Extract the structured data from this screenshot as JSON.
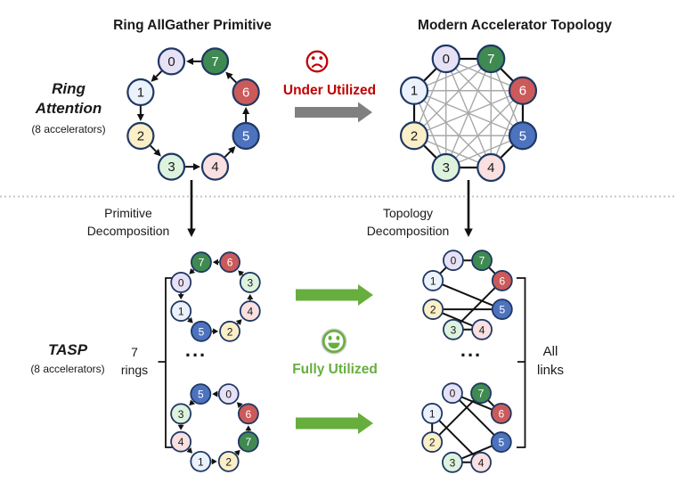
{
  "titles": {
    "left": "Ring AllGather Primitive",
    "right": "Modern Accelerator Topology"
  },
  "row_labels": {
    "top": {
      "line1": "Ring",
      "line2": "Attention",
      "sub": "(8 accelerators)"
    },
    "bottom": {
      "line1": "TASP",
      "sub": "(8 accelerators)"
    }
  },
  "status": {
    "under_utilized": "Under Utilized",
    "fully_utilized": "Fully Utilized"
  },
  "transitions": {
    "primitive": {
      "line1": "Primitive",
      "line2": "Decomposition"
    },
    "topology": {
      "line1": "Topology",
      "line2": "Decomposition"
    }
  },
  "annotations": {
    "rings_count": "7",
    "rings_word": "rings",
    "all_word": "All",
    "links_word": "links",
    "ellipsis_left": "...",
    "ellipsis_right": "..."
  },
  "colors": {
    "node_border": "#1F3864",
    "line_black": "#111111",
    "line_gray": "#A8A8A8",
    "divider_gray": "#C6C6C6",
    "block_arrow_gray": "#808080",
    "accent_red": "#C00000",
    "accent_green": "#67AE3E",
    "face_ring_gray": "#C5C9C5",
    "background": "#FFFFFF"
  },
  "node_styles": {
    "0": {
      "fill": "#E7E1F6",
      "label": "#1a1a1a"
    },
    "1": {
      "fill": "#EBF2FB",
      "label": "#1a1a1a"
    },
    "2": {
      "fill": "#FAEFC7",
      "label": "#1a1a1a"
    },
    "3": {
      "fill": "#DEF3DD",
      "label": "#1a1a1a"
    },
    "4": {
      "fill": "#FAE0E0",
      "label": "#1a1a1a"
    },
    "5": {
      "fill": "#4D73BF",
      "label": "#ffffff"
    },
    "6": {
      "fill": "#CB5A5A",
      "label": "#ffffff"
    },
    "7": {
      "fill": "#3F8A51",
      "label": "#ffffff"
    }
  },
  "diagrams": {
    "ring_primitive": {
      "type": "ring",
      "slots": {
        "TL": "0",
        "TR": "7",
        "LU": "1",
        "RU": "6",
        "LL": "2",
        "RL": "5",
        "BL": "3",
        "BR": "4"
      },
      "ring_order": [
        "0",
        "1",
        "2",
        "3",
        "4",
        "5",
        "6",
        "7"
      ]
    },
    "topology_full": {
      "type": "complete",
      "slots": {
        "TL": "0",
        "TR": "7",
        "LU": "1",
        "RU": "6",
        "LL": "2",
        "RL": "5",
        "BL": "3",
        "BR": "4"
      }
    },
    "ring_small_top": {
      "type": "ring",
      "slots": {
        "TL": "7",
        "TR": "6",
        "LU": "0",
        "RU": "3",
        "LL": "1",
        "RL": "4",
        "BL": "5",
        "BR": "2"
      },
      "ring_order": [
        "0",
        "1",
        "5",
        "2",
        "4",
        "3",
        "6",
        "7"
      ]
    },
    "ring_small_bottom": {
      "type": "ring",
      "slots": {
        "TL": "5",
        "TR": "0",
        "LU": "3",
        "RU": "6",
        "LL": "4",
        "RL": "7",
        "BL": "1",
        "BR": "2"
      },
      "ring_order": [
        "0",
        "5",
        "3",
        "4",
        "1",
        "2",
        "7",
        "6"
      ]
    },
    "graph_top": {
      "type": "graph",
      "slots": {
        "TL": "0",
        "TR": "7",
        "LU": "1",
        "RU": "6",
        "LL": "2",
        "RL": "5",
        "BL": "3",
        "BR": "4"
      },
      "edges": [
        [
          "0",
          "1"
        ],
        [
          "1",
          "5"
        ],
        [
          "5",
          "2"
        ],
        [
          "2",
          "4"
        ],
        [
          "4",
          "3"
        ],
        [
          "3",
          "6"
        ],
        [
          "6",
          "7"
        ],
        [
          "7",
          "0"
        ]
      ]
    },
    "graph_bottom": {
      "type": "graph",
      "slots": {
        "TL": "0",
        "TR": "7",
        "LU": "1",
        "RU": "6",
        "LL": "2",
        "RL": "5",
        "BL": "3",
        "BR": "4"
      },
      "edges": [
        [
          "0",
          "5"
        ],
        [
          "5",
          "3"
        ],
        [
          "3",
          "4"
        ],
        [
          "4",
          "1"
        ],
        [
          "1",
          "2"
        ],
        [
          "2",
          "7"
        ],
        [
          "7",
          "6"
        ],
        [
          "6",
          "0"
        ]
      ]
    }
  }
}
